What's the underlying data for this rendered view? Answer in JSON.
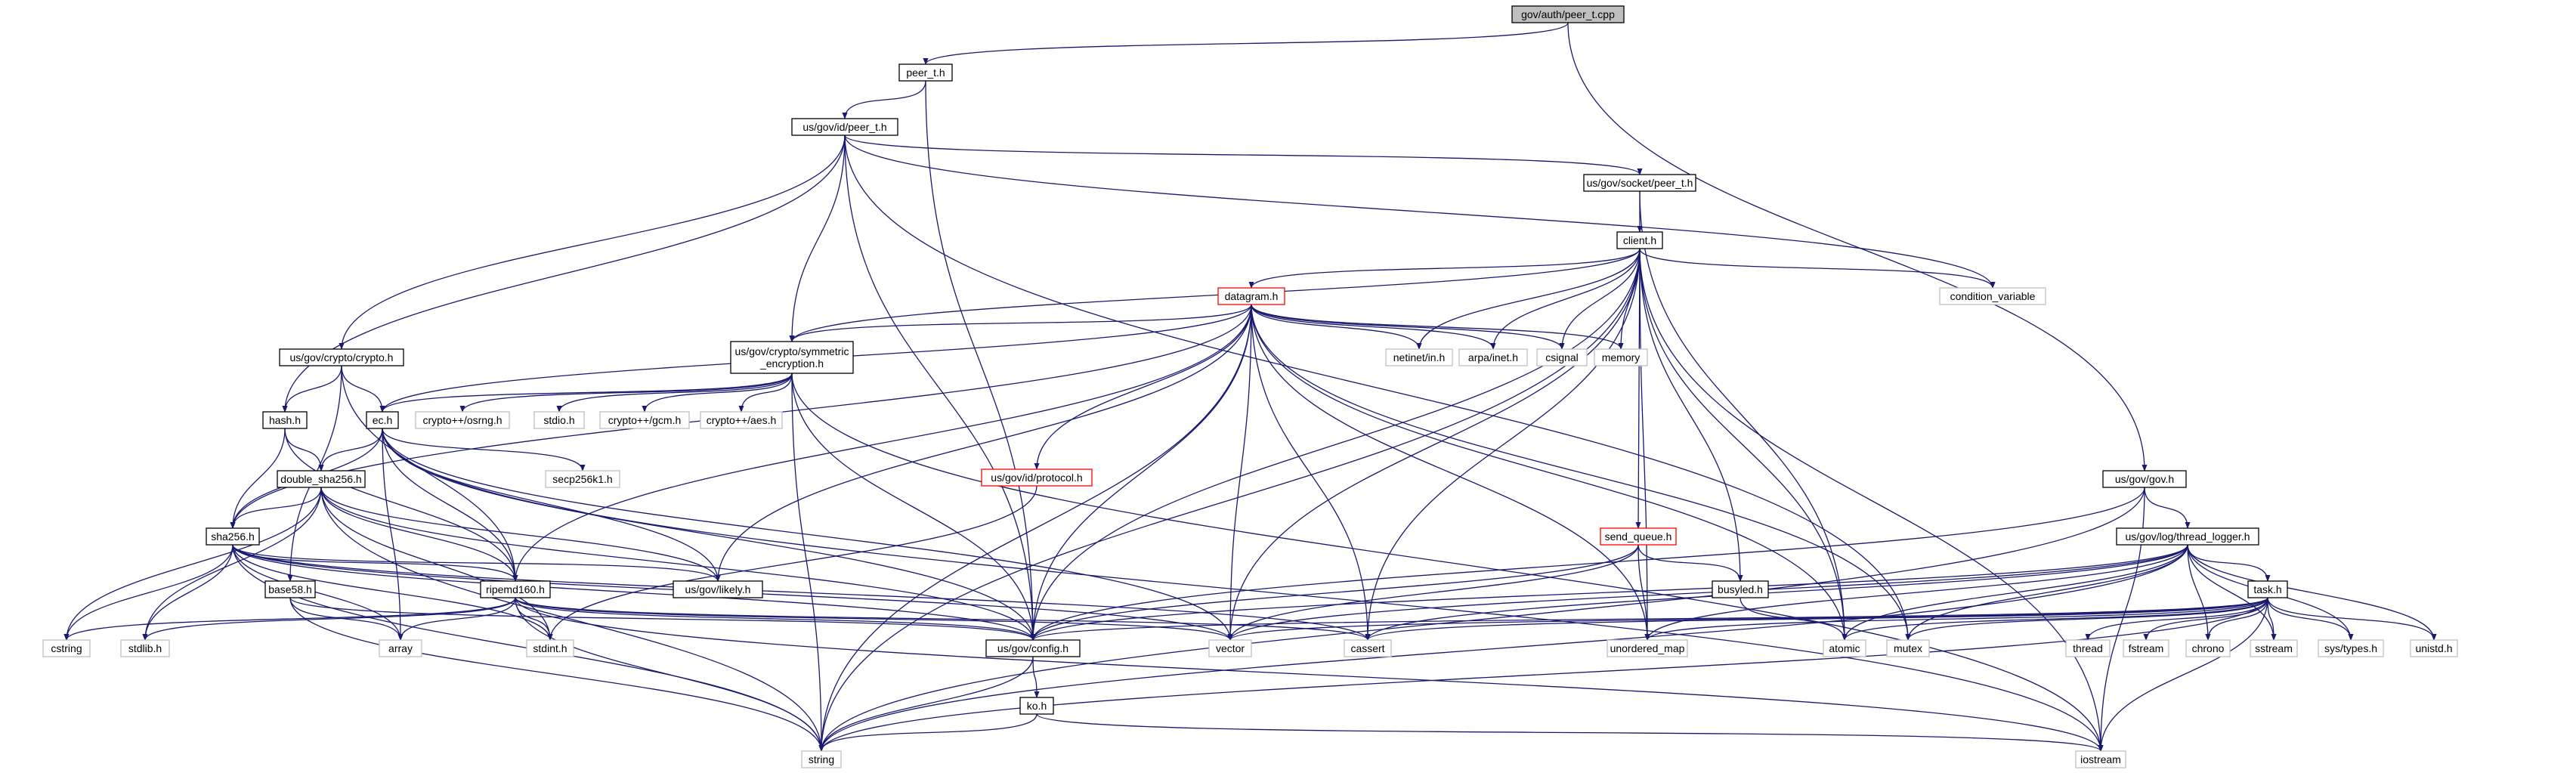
{
  "diagram": {
    "type": "include-dependency-graph",
    "colors": {
      "edge": "#191970",
      "root_fill": "#bfbfbf",
      "documented_border": "#000000",
      "undocumented_border": "#bfbfbf",
      "truncated_border": "#ff0000",
      "background": "#ffffff"
    },
    "nodes": [
      {
        "id": "root",
        "label": "gov/auth/peer_t.cpp",
        "style": "root"
      },
      {
        "id": "peer_t_h",
        "label": "peer_t.h",
        "style": "documented"
      },
      {
        "id": "id_peer_t",
        "label": "us/gov/id/peer_t.h",
        "style": "documented"
      },
      {
        "id": "gov_h",
        "label": "us/gov/gov.h",
        "style": "documented"
      },
      {
        "id": "socket_peer_t",
        "label": "us/gov/socket/peer_t.h",
        "style": "documented"
      },
      {
        "id": "client_h",
        "label": "client.h",
        "style": "documented"
      },
      {
        "id": "condvar",
        "label": "condition_variable",
        "style": "external"
      },
      {
        "id": "datagram_h",
        "label": "datagram.h",
        "style": "truncated"
      },
      {
        "id": "crypto_h",
        "label": "us/gov/crypto/crypto.h",
        "style": "documented"
      },
      {
        "id": "symenc_h",
        "label": "us/gov/crypto/symmetric\n_encryption.h",
        "style": "documented"
      },
      {
        "id": "netinet",
        "label": "netinet/in.h",
        "style": "external"
      },
      {
        "id": "arpa",
        "label": "arpa/inet.h",
        "style": "external"
      },
      {
        "id": "csignal",
        "label": "csignal",
        "style": "external"
      },
      {
        "id": "memory",
        "label": "memory",
        "style": "external"
      },
      {
        "id": "hash_h",
        "label": "hash.h",
        "style": "documented"
      },
      {
        "id": "ec_h",
        "label": "ec.h",
        "style": "documented"
      },
      {
        "id": "osrng",
        "label": "crypto++/osrng.h",
        "style": "external"
      },
      {
        "id": "stdio",
        "label": "stdio.h",
        "style": "external"
      },
      {
        "id": "gcm",
        "label": "crypto++/gcm.h",
        "style": "external"
      },
      {
        "id": "aes",
        "label": "crypto++/aes.h",
        "style": "external"
      },
      {
        "id": "protocol_h",
        "label": "us/gov/id/protocol.h",
        "style": "truncated"
      },
      {
        "id": "dsha_h",
        "label": "double_sha256.h",
        "style": "documented"
      },
      {
        "id": "secp",
        "label": "secp256k1.h",
        "style": "external"
      },
      {
        "id": "thread_logger",
        "label": "us/gov/log/thread_logger.h",
        "style": "documented"
      },
      {
        "id": "send_queue",
        "label": "send_queue.h",
        "style": "truncated"
      },
      {
        "id": "sha256_h",
        "label": "sha256.h",
        "style": "documented"
      },
      {
        "id": "likely_h",
        "label": "us/gov/likely.h",
        "style": "documented"
      },
      {
        "id": "ripemd_h",
        "label": "ripemd160.h",
        "style": "documented"
      },
      {
        "id": "base58_h",
        "label": "base58.h",
        "style": "documented"
      },
      {
        "id": "busyled_h",
        "label": "busyled.h",
        "style": "documented"
      },
      {
        "id": "task_h",
        "label": "task.h",
        "style": "documented"
      },
      {
        "id": "cstring",
        "label": "cstring",
        "style": "external"
      },
      {
        "id": "stdlib",
        "label": "stdlib.h",
        "style": "external"
      },
      {
        "id": "array",
        "label": "array",
        "style": "external"
      },
      {
        "id": "stdint",
        "label": "stdint.h",
        "style": "external"
      },
      {
        "id": "config_h",
        "label": "us/gov/config.h",
        "style": "documented"
      },
      {
        "id": "vector",
        "label": "vector",
        "style": "external"
      },
      {
        "id": "cassert",
        "label": "cassert",
        "style": "external"
      },
      {
        "id": "unordered_map",
        "label": "unordered_map",
        "style": "external"
      },
      {
        "id": "atomic",
        "label": "atomic",
        "style": "external"
      },
      {
        "id": "mutex",
        "label": "mutex",
        "style": "external"
      },
      {
        "id": "thread",
        "label": "thread",
        "style": "external"
      },
      {
        "id": "fstream",
        "label": "fstream",
        "style": "external"
      },
      {
        "id": "chrono",
        "label": "chrono",
        "style": "external"
      },
      {
        "id": "sstream",
        "label": "sstream",
        "style": "external"
      },
      {
        "id": "systypes",
        "label": "sys/types.h",
        "style": "external"
      },
      {
        "id": "unistd",
        "label": "unistd.h",
        "style": "external"
      },
      {
        "id": "ko_h",
        "label": "ko.h",
        "style": "documented"
      },
      {
        "id": "string",
        "label": "string",
        "style": "external"
      },
      {
        "id": "iostream",
        "label": "iostream",
        "style": "external"
      }
    ],
    "edges": [
      [
        "root",
        "peer_t_h"
      ],
      [
        "root",
        "gov_h"
      ],
      [
        "peer_t_h",
        "id_peer_t"
      ],
      [
        "peer_t_h",
        "config_h"
      ],
      [
        "id_peer_t",
        "socket_peer_t"
      ],
      [
        "id_peer_t",
        "condvar"
      ],
      [
        "id_peer_t",
        "crypto_h"
      ],
      [
        "id_peer_t",
        "symenc_h"
      ],
      [
        "id_peer_t",
        "hash_h"
      ],
      [
        "id_peer_t",
        "config_h"
      ],
      [
        "id_peer_t",
        "mutex"
      ],
      [
        "socket_peer_t",
        "client_h"
      ],
      [
        "socket_peer_t",
        "atomic"
      ],
      [
        "client_h",
        "datagram_h"
      ],
      [
        "client_h",
        "condvar"
      ],
      [
        "client_h",
        "netinet"
      ],
      [
        "client_h",
        "arpa"
      ],
      [
        "client_h",
        "csignal"
      ],
      [
        "client_h",
        "memory"
      ],
      [
        "client_h",
        "symenc_h"
      ],
      [
        "client_h",
        "send_queue"
      ],
      [
        "client_h",
        "busyled_h"
      ],
      [
        "client_h",
        "config_h"
      ],
      [
        "client_h",
        "vector"
      ],
      [
        "client_h",
        "cassert"
      ],
      [
        "client_h",
        "unordered_map"
      ],
      [
        "client_h",
        "atomic"
      ],
      [
        "client_h",
        "string"
      ],
      [
        "client_h",
        "iostream"
      ],
      [
        "datagram_h",
        "symenc_h"
      ],
      [
        "datagram_h",
        "netinet"
      ],
      [
        "datagram_h",
        "arpa"
      ],
      [
        "datagram_h",
        "csignal"
      ],
      [
        "datagram_h",
        "memory"
      ],
      [
        "datagram_h",
        "ec_h"
      ],
      [
        "datagram_h",
        "protocol_h"
      ],
      [
        "datagram_h",
        "sha256_h"
      ],
      [
        "datagram_h",
        "likely_h"
      ],
      [
        "datagram_h",
        "ripemd_h"
      ],
      [
        "datagram_h",
        "config_h"
      ],
      [
        "datagram_h",
        "vector"
      ],
      [
        "datagram_h",
        "cassert"
      ],
      [
        "datagram_h",
        "unordered_map"
      ],
      [
        "datagram_h",
        "atomic"
      ],
      [
        "datagram_h",
        "mutex"
      ],
      [
        "datagram_h",
        "string"
      ],
      [
        "crypto_h",
        "hash_h"
      ],
      [
        "crypto_h",
        "ec_h"
      ],
      [
        "crypto_h",
        "base58_h"
      ],
      [
        "crypto_h",
        "ripemd_h"
      ],
      [
        "symenc_h",
        "ec_h"
      ],
      [
        "symenc_h",
        "osrng"
      ],
      [
        "symenc_h",
        "stdio"
      ],
      [
        "symenc_h",
        "gcm"
      ],
      [
        "symenc_h",
        "aes"
      ],
      [
        "symenc_h",
        "config_h"
      ],
      [
        "symenc_h",
        "string"
      ],
      [
        "symenc_h",
        "iostream"
      ],
      [
        "hash_h",
        "dsha_h"
      ],
      [
        "hash_h",
        "sha256_h"
      ],
      [
        "hash_h",
        "ripemd_h"
      ],
      [
        "ec_h",
        "dsha_h"
      ],
      [
        "ec_h",
        "secp"
      ],
      [
        "ec_h",
        "sha256_h"
      ],
      [
        "ec_h",
        "likely_h"
      ],
      [
        "ec_h",
        "ripemd_h"
      ],
      [
        "ec_h",
        "array"
      ],
      [
        "ec_h",
        "config_h"
      ],
      [
        "ec_h",
        "vector"
      ],
      [
        "ec_h",
        "iostream"
      ],
      [
        "protocol_h",
        "stdint"
      ],
      [
        "dsha_h",
        "sha256_h"
      ],
      [
        "dsha_h",
        "likely_h"
      ],
      [
        "dsha_h",
        "ripemd_h"
      ],
      [
        "dsha_h",
        "cstring"
      ],
      [
        "dsha_h",
        "stdlib"
      ],
      [
        "dsha_h",
        "stdint"
      ],
      [
        "dsha_h",
        "config_h"
      ],
      [
        "dsha_h",
        "string"
      ],
      [
        "sha256_h",
        "likely_h"
      ],
      [
        "sha256_h",
        "ripemd_h"
      ],
      [
        "sha256_h",
        "cstring"
      ],
      [
        "sha256_h",
        "stdlib"
      ],
      [
        "sha256_h",
        "array"
      ],
      [
        "sha256_h",
        "stdint"
      ],
      [
        "sha256_h",
        "config_h"
      ],
      [
        "sha256_h",
        "vector"
      ],
      [
        "sha256_h",
        "cassert"
      ],
      [
        "sha256_h",
        "string"
      ],
      [
        "ripemd_h",
        "cstring"
      ],
      [
        "ripemd_h",
        "stdlib"
      ],
      [
        "ripemd_h",
        "array"
      ],
      [
        "ripemd_h",
        "stdint"
      ],
      [
        "ripemd_h",
        "config_h"
      ],
      [
        "ripemd_h",
        "vector"
      ],
      [
        "ripemd_h",
        "cassert"
      ],
      [
        "ripemd_h",
        "string"
      ],
      [
        "ripemd_h",
        "iostream"
      ],
      [
        "base58_h",
        "array"
      ],
      [
        "base58_h",
        "config_h"
      ],
      [
        "base58_h",
        "string"
      ],
      [
        "gov_h",
        "thread_logger"
      ],
      [
        "gov_h",
        "config_h"
      ],
      [
        "gov_h",
        "iostream"
      ],
      [
        "gov_h",
        "string"
      ],
      [
        "thread_logger",
        "task_h"
      ],
      [
        "thread_logger",
        "vector"
      ],
      [
        "thread_logger",
        "cassert"
      ],
      [
        "thread_logger",
        "unordered_map"
      ],
      [
        "thread_logger",
        "atomic"
      ],
      [
        "thread_logger",
        "mutex"
      ],
      [
        "thread_logger",
        "chrono"
      ],
      [
        "thread_logger",
        "sstream"
      ],
      [
        "thread_logger",
        "systypes"
      ],
      [
        "thread_logger",
        "unistd"
      ],
      [
        "thread_logger",
        "config_h"
      ],
      [
        "thread_logger",
        "string"
      ],
      [
        "send_queue",
        "busyled_h"
      ],
      [
        "send_queue",
        "config_h"
      ],
      [
        "send_queue",
        "vector"
      ],
      [
        "send_queue",
        "unordered_map"
      ],
      [
        "busyled_h",
        "atomic"
      ],
      [
        "task_h",
        "vector"
      ],
      [
        "task_h",
        "cassert"
      ],
      [
        "task_h",
        "unordered_map"
      ],
      [
        "task_h",
        "atomic"
      ],
      [
        "task_h",
        "mutex"
      ],
      [
        "task_h",
        "thread"
      ],
      [
        "task_h",
        "fstream"
      ],
      [
        "task_h",
        "chrono"
      ],
      [
        "task_h",
        "sstream"
      ],
      [
        "task_h",
        "systypes"
      ],
      [
        "task_h",
        "unistd"
      ],
      [
        "task_h",
        "config_h"
      ],
      [
        "task_h",
        "string"
      ],
      [
        "task_h",
        "iostream"
      ],
      [
        "config_h",
        "ko_h"
      ],
      [
        "config_h",
        "string"
      ],
      [
        "ko_h",
        "string"
      ],
      [
        "ko_h",
        "iostream"
      ]
    ]
  }
}
